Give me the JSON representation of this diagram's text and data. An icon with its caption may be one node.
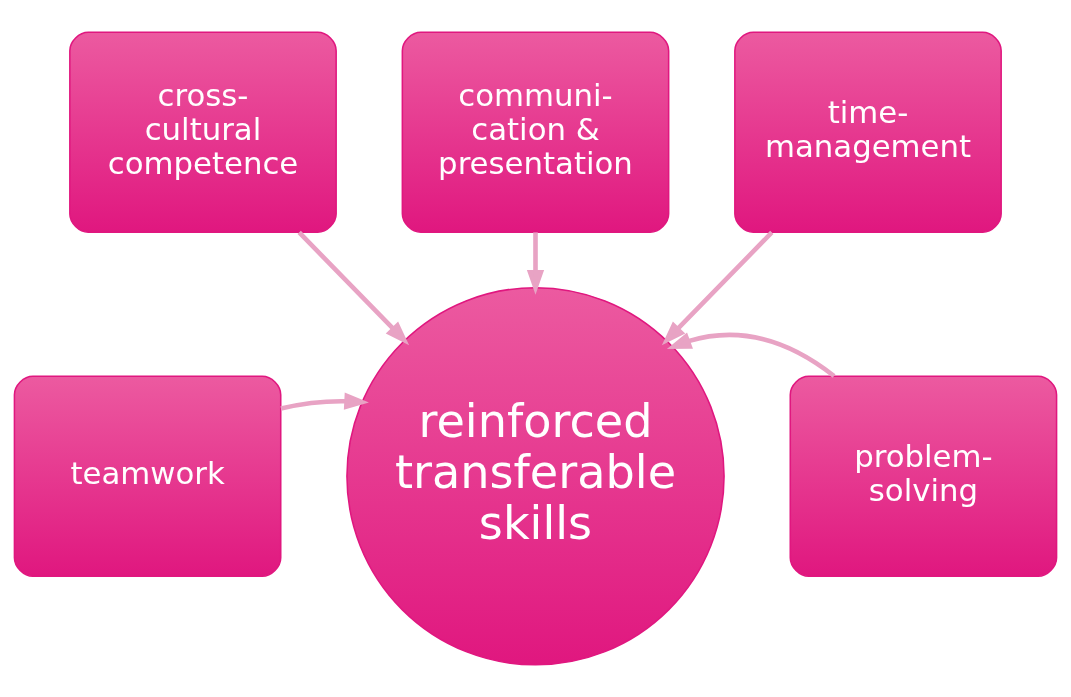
{
  "diagram": {
    "nodes": [
      {
        "text": [
          "communi- cation & presentation"
        ]
      },
      {
        "text": [
          "cross- cultural competence"
        ]
      },
      {
        "text": [
          "time- management"
        ]
      },
      {
        "text": [
          "teamwork"
        ]
      },
      {
        "text": [
          "reinforced transferable skills"
        ]
      },
      {
        "text": [
          "problem- solving"
        ]
      }
    ],
    "edges": [
      {
        "from": 0,
        "to": 4,
        "arrow": "to"
      },
      {
        "from": 1,
        "to": 4,
        "arrow": "to"
      },
      {
        "from": 2,
        "to": 4,
        "arrow": "to"
      },
      {
        "from": 3,
        "to": 4,
        "arrow": "to"
      },
      {
        "from": 5,
        "to": 4,
        "arrow": "to"
      }
    ]
  }
}
